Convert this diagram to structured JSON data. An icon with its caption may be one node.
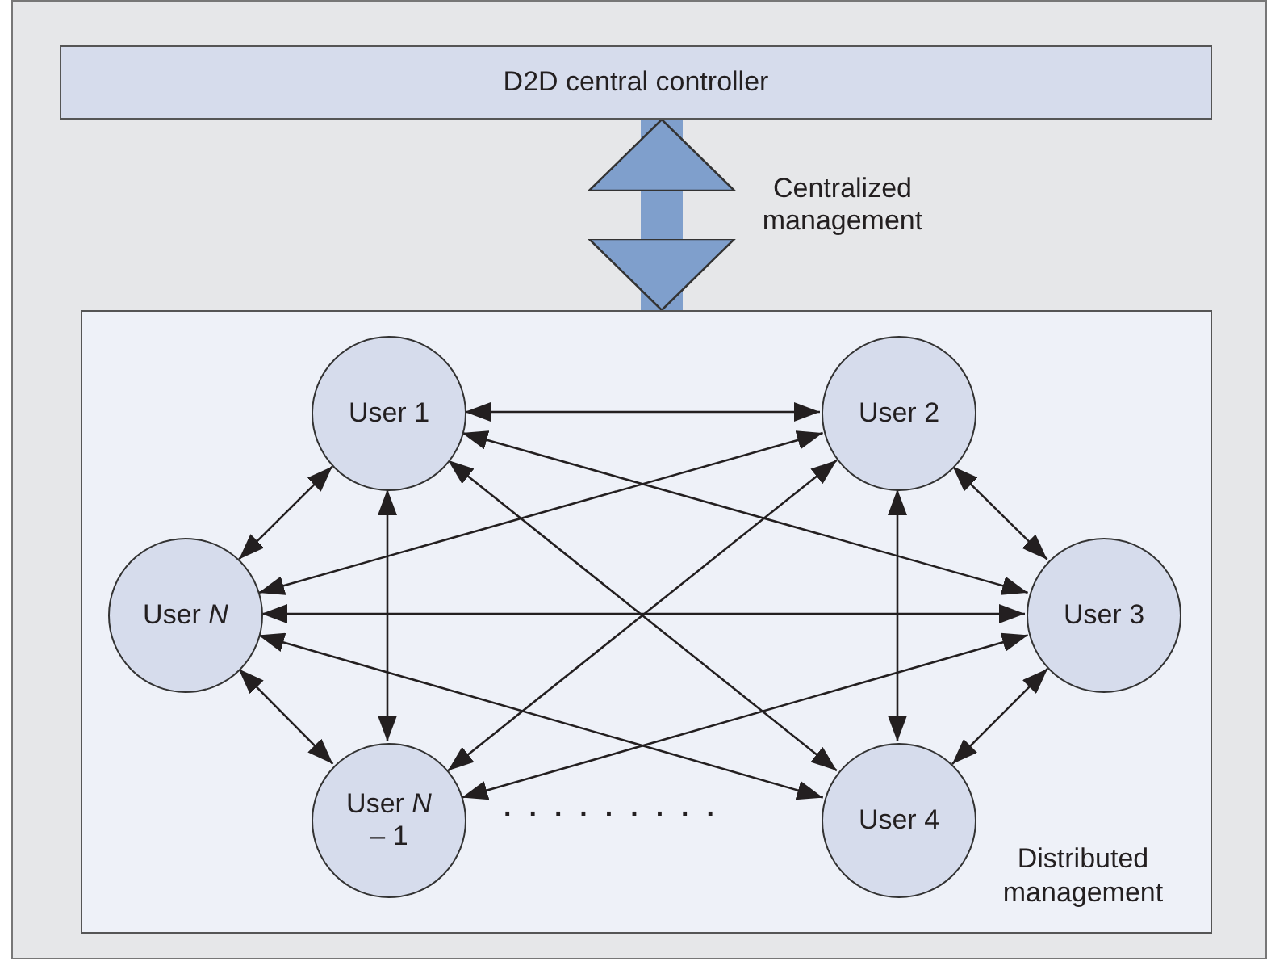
{
  "diagram": {
    "nodes": [
      {
        "text": [
          "D2D central controller"
        ]
      },
      {
        "text": [
          "Distributed management"
        ]
      },
      {
        "text": [
          "User 1"
        ],
        "in": 1
      },
      {
        "text": [
          "User 2"
        ],
        "in": 1
      },
      {
        "text": [
          "User *N*"
        ],
        "in": 1
      },
      {
        "text": [
          "User 3"
        ],
        "in": 1
      },
      {
        "text": [
          "User *N* – 1"
        ],
        "in": 1
      },
      {
        "text": [
          "User 4"
        ],
        "in": 1
      }
    ],
    "edges": [
      {
        "from": 0,
        "to": 1,
        "arrow": "both",
        "label": "Centralized management",
        "style": "thick",
        "color": "#7f9fcc"
      },
      {
        "from": 2,
        "to": 3,
        "arrow": "both"
      },
      {
        "from": 2,
        "to": 4,
        "arrow": "both"
      },
      {
        "from": 2,
        "to": 6,
        "arrow": "both"
      },
      {
        "from": 2,
        "to": 5,
        "arrow": "both"
      },
      {
        "from": 2,
        "to": 7,
        "arrow": "both"
      },
      {
        "from": 3,
        "to": 4,
        "arrow": "both"
      },
      {
        "from": 3,
        "to": 5,
        "arrow": "both"
      },
      {
        "from": 3,
        "to": 7,
        "arrow": "both"
      },
      {
        "from": 3,
        "to": 6,
        "arrow": "both"
      },
      {
        "from": 4,
        "to": 5,
        "arrow": "both"
      },
      {
        "from": 4,
        "to": 6,
        "arrow": "both"
      },
      {
        "from": 4,
        "to": 7,
        "arrow": "both"
      },
      {
        "from": 5,
        "to": 7,
        "arrow": "both"
      },
      {
        "from": 5,
        "to": 6,
        "arrow": "both"
      }
    ],
    "labels": [
      "........."
    ]
  }
}
